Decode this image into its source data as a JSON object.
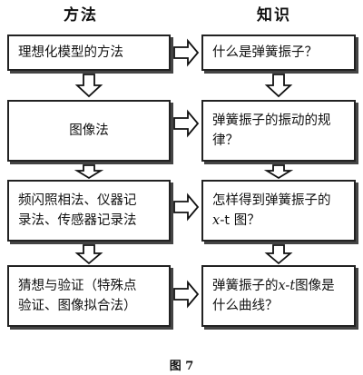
{
  "headers": {
    "left": "方法",
    "right": "知识"
  },
  "left_boxes": [
    {
      "text": "理想化模型的方法"
    },
    {
      "text": "图像法"
    },
    {
      "line1": "频闪照相法、仪器记",
      "line2": "录法、传感器记录法"
    },
    {
      "line1": "猜想与验证（特殊点",
      "line2": "验证、图像拟合法）"
    }
  ],
  "right_boxes": [
    {
      "text": "什么是弹簧振子？"
    },
    {
      "line1": "弹簧振子的振动的规",
      "line2": "律？"
    },
    {
      "line1": "怎样得到弹簧振子的",
      "line2a": "x",
      "line2b": "-t 图？"
    },
    {
      "line1a": "弹簧振子的",
      "line1b": "x-t",
      "line1c": "图像是",
      "line2": "什么曲线？"
    }
  ],
  "caption": "图 7"
}
